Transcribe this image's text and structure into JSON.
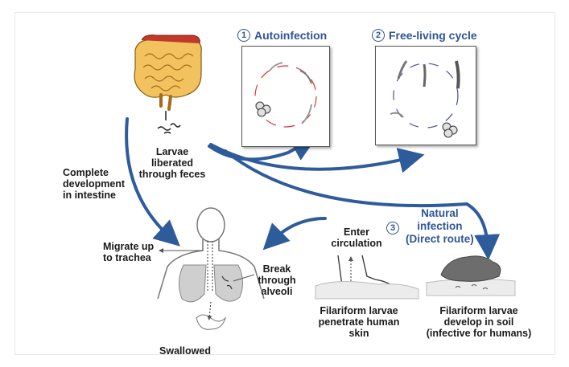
{
  "cycles": {
    "autoinfection": {
      "number": "1",
      "title": "Autoinfection"
    },
    "free_living": {
      "number": "2",
      "title": "Free-living cycle"
    },
    "natural": {
      "number": "3",
      "title_lines": [
        "Natural",
        "infection",
        "(Direct route)"
      ]
    }
  },
  "labels": {
    "larvae_liberated": [
      "Larvae",
      "liberated",
      "through feces"
    ],
    "complete_development": [
      "Complete",
      "development",
      "in intestine"
    ],
    "migrate": [
      "Migrate up",
      "to trachea"
    ],
    "break_through": [
      "Break",
      "through",
      "alveoli"
    ],
    "swallowed": "Swallowed",
    "enter_circulation": [
      "Enter",
      "circulation"
    ],
    "penetrate": [
      "Filariform larvae",
      "penetrate human",
      "skin"
    ],
    "develop_soil": [
      "Filariform larvae",
      "develop in soil",
      "(infective for humans)"
    ]
  },
  "colors": {
    "arrow_blue": "#2e5b9a",
    "title_blue": "#2f5597",
    "cycle_red": "#d9363e",
    "cycle_blue": "#4a4fa3",
    "intestine": "#f2c25e"
  }
}
